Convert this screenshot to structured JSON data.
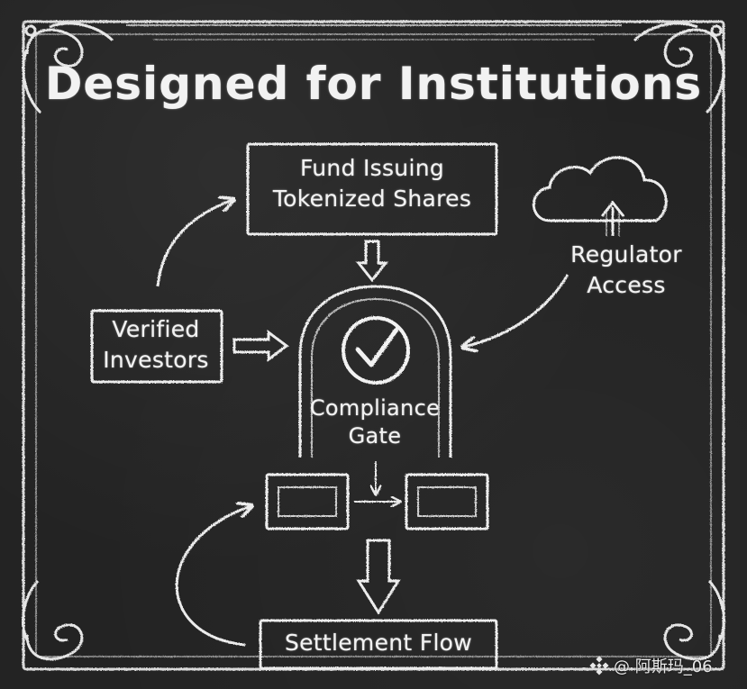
{
  "title": "Designed for Institutions",
  "nodes": {
    "fund": [
      "Fund Issuing",
      "Tokenized Shares"
    ],
    "verified": [
      "Verified",
      "Investors"
    ],
    "regulator": [
      "Regulator",
      "Access"
    ],
    "gate": [
      "Compliance",
      "Gate"
    ],
    "settlement": "Settlement Flow"
  },
  "watermark": "@ 阿斯玛_06",
  "colors": {
    "board": "#232323",
    "chalk": "#f2f2f2",
    "frame": "#d9d9d9"
  },
  "icons": [
    "checkmark-icon",
    "cloud-upload-icon",
    "brand-logo-icon"
  ]
}
